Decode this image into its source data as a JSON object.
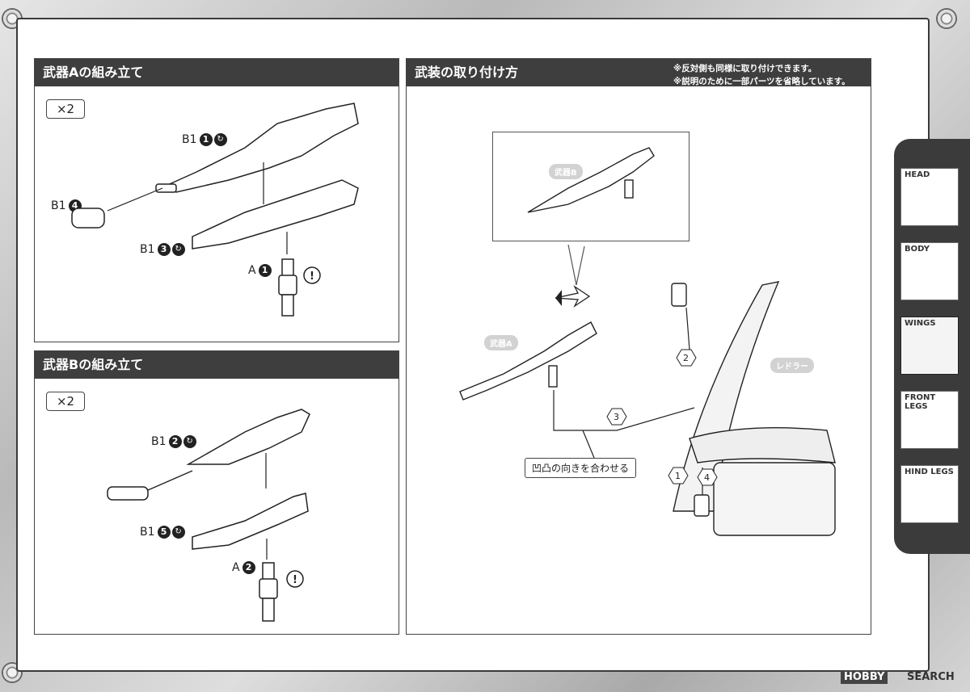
{
  "panel_a": {
    "title": "武器Aの組み立て",
    "multiplier": "×2",
    "labels": {
      "b1_1": "B1",
      "b1_1_num": "1",
      "b1_4": "B1",
      "b1_4_num": "4",
      "b1_3": "B1",
      "b1_3_num": "3",
      "a_1": "A",
      "a_1_num": "1"
    }
  },
  "panel_b": {
    "title": "武器Bの組み立て",
    "multiplier": "×2",
    "labels": {
      "b1_2": "B1",
      "b1_2_num": "2",
      "b1_5": "B1",
      "b1_5_num": "5",
      "a_2": "A",
      "a_2_num": "2"
    }
  },
  "panel_c": {
    "title": "武装の取り付け方",
    "note1": "※反対側も同様に取り付けできます。",
    "note2": "※説明のために一部パーツを省略しています。",
    "weapon_b": "武器B",
    "weapon_a": "武器A",
    "redler": "レドラー",
    "align": "凹凸の向きを合わせる",
    "step1": "1",
    "step2": "2",
    "step3": "3",
    "step4": "4"
  },
  "sidebar": {
    "tabs": [
      "HEAD",
      "BODY",
      "WINGS",
      "FRONT LEGS",
      "HIND LEGS"
    ],
    "active": "WINGS"
  },
  "footer": {
    "brand": "HOBBY",
    "site": "SEARCH"
  }
}
